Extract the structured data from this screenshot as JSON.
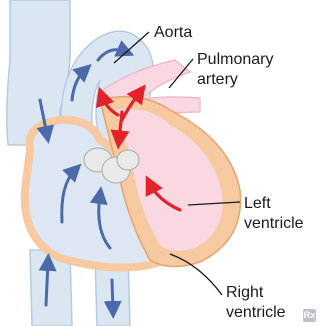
{
  "labels": {
    "aorta": "Aorta",
    "pulmonary_artery_line1": "Pulmonary",
    "pulmonary_artery_line2": "artery",
    "left_ventricle_line1": "Left",
    "left_ventricle_line2": "ventricle",
    "right_ventricle_line1": "Right",
    "right_ventricle_line2": "ventricle"
  },
  "logo": {
    "text": "Rx"
  },
  "colors": {
    "vessel_fill": "#dbe6f3",
    "vessel_outline": "#b8cae0",
    "blood_flow_blue": "#4d6aa8",
    "right_heart_fill": "#dde7f3",
    "heart_wall": "#f7c9a0",
    "heart_wall_outline": "#e7a26d",
    "left_heart_fill": "#f9d8e2",
    "blood_flow_red": "#e32229",
    "valve_fill": "#e9e9e9",
    "leader_line": "#1a1a1a"
  }
}
